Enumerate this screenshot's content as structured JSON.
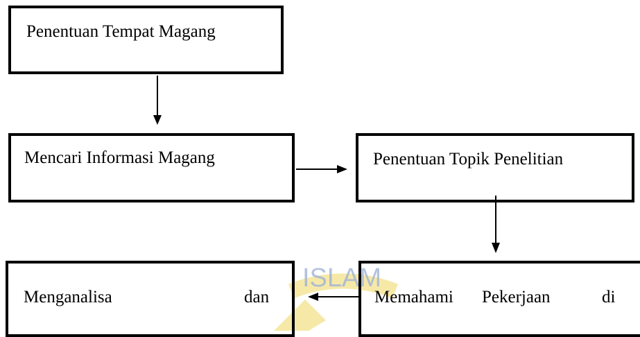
{
  "flowchart": {
    "steps": [
      {
        "id": "tempat",
        "text": "Penentuan Tempat Magang"
      },
      {
        "id": "informasi",
        "text": "Mencari Informasi Magang"
      },
      {
        "id": "topik",
        "text": "Penentuan Topik Penelitian"
      },
      {
        "id": "memahami",
        "words": [
          "Memahami",
          "Pekerjaan",
          "di"
        ]
      },
      {
        "id": "menganalisa",
        "words": [
          "Menganalisa",
          "dan"
        ]
      }
    ],
    "connections": [
      {
        "from": "tempat",
        "to": "informasi"
      },
      {
        "from": "informasi",
        "to": "topik"
      },
      {
        "from": "topik",
        "to": "memahami"
      },
      {
        "from": "memahami",
        "to": "menganalisa"
      }
    ]
  },
  "watermark": {
    "lettering": "ISLAM",
    "colors": {
      "text": "#9fb3d8",
      "shape": "#f6e9a8"
    }
  }
}
